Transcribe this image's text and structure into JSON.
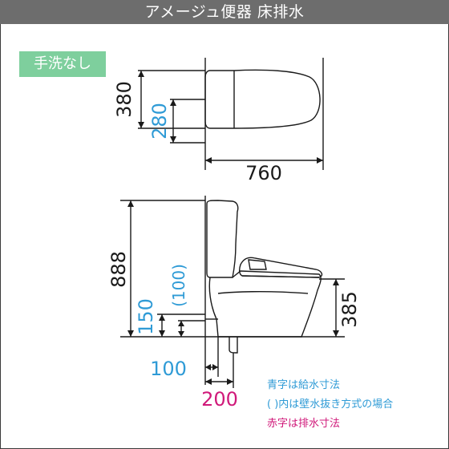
{
  "title": "アメージュ便器 床排水",
  "badge": "手洗なし",
  "dimensions": {
    "tank_depth": "380",
    "supply_height_top": "280",
    "total_length": "760",
    "total_height": "888",
    "supply_height_front": "150",
    "wall_supply": "(100)",
    "seat_height": "385",
    "supply_offset": "100",
    "drain_offset": "200"
  },
  "legend": {
    "blue": "青字は給水寸法",
    "paren": "(   )内は壁水抜き方式の場合",
    "red": "赤字は排水寸法"
  },
  "colors": {
    "supply": "#2f9bd6",
    "drain": "#d0197a",
    "line": "#1a1a1a",
    "header": "#6d6d6d",
    "badge": "#7ecf9d"
  }
}
